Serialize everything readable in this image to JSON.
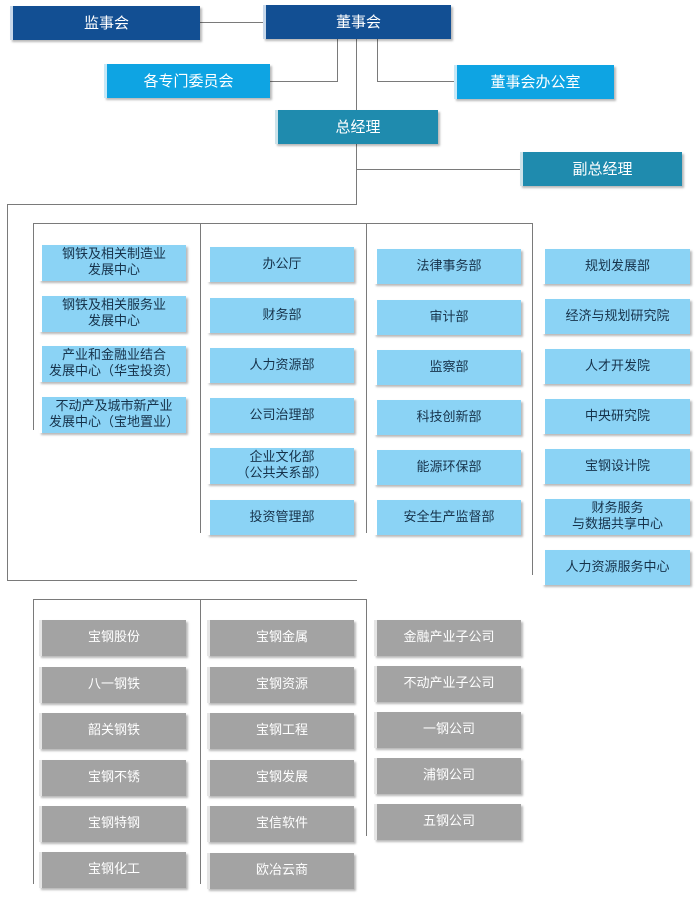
{
  "top": {
    "supervisory_board": "监事会",
    "board_of_directors": "董事会",
    "special_committees": "各专门委员会",
    "board_office": "董事会办公室",
    "general_manager": "总经理",
    "deputy_general_manager": "副总经理"
  },
  "colors": {
    "navy": "#124f93",
    "blue": "#0ea4e3",
    "teal": "#1f8bae",
    "light_blue": "#8bd3f5",
    "gray": "#a3a3a3",
    "connector": "#7a7a7a"
  },
  "departments": {
    "column1": [
      "钢铁及相关制造业\n发展中心",
      "钢铁及相关服务业\n发展中心",
      "产业和金融业结合\n发展中心（华宝投资）",
      "不动产及城市新产业\n发展中心（宝地置业）"
    ],
    "column2": [
      "办公厅",
      "财务部",
      "人力资源部",
      "公司治理部",
      "企业文化部\n（公共关系部）",
      "投资管理部"
    ],
    "column3": [
      "法律事务部",
      "审计部",
      "监察部",
      "科技创新部",
      "能源环保部",
      "安全生产监督部"
    ],
    "column4": [
      "规划发展部",
      "经济与规划研究院",
      "人才开发院",
      "中央研究院",
      "宝钢设计院",
      "财务服务\n与数据共享中心",
      "人力资源服务中心"
    ]
  },
  "subsidiaries": {
    "column1": [
      "宝钢股份",
      "八一钢铁",
      "韶关钢铁",
      "宝钢不锈",
      "宝钢特钢",
      "宝钢化工"
    ],
    "column2": [
      "宝钢金属",
      "宝钢资源",
      "宝钢工程",
      "宝钢发展",
      "宝信软件",
      "欧冶云商"
    ],
    "column3": [
      "金融产业子公司",
      "不动产业子公司",
      "一钢公司",
      "浦钢公司",
      "五钢公司"
    ]
  }
}
